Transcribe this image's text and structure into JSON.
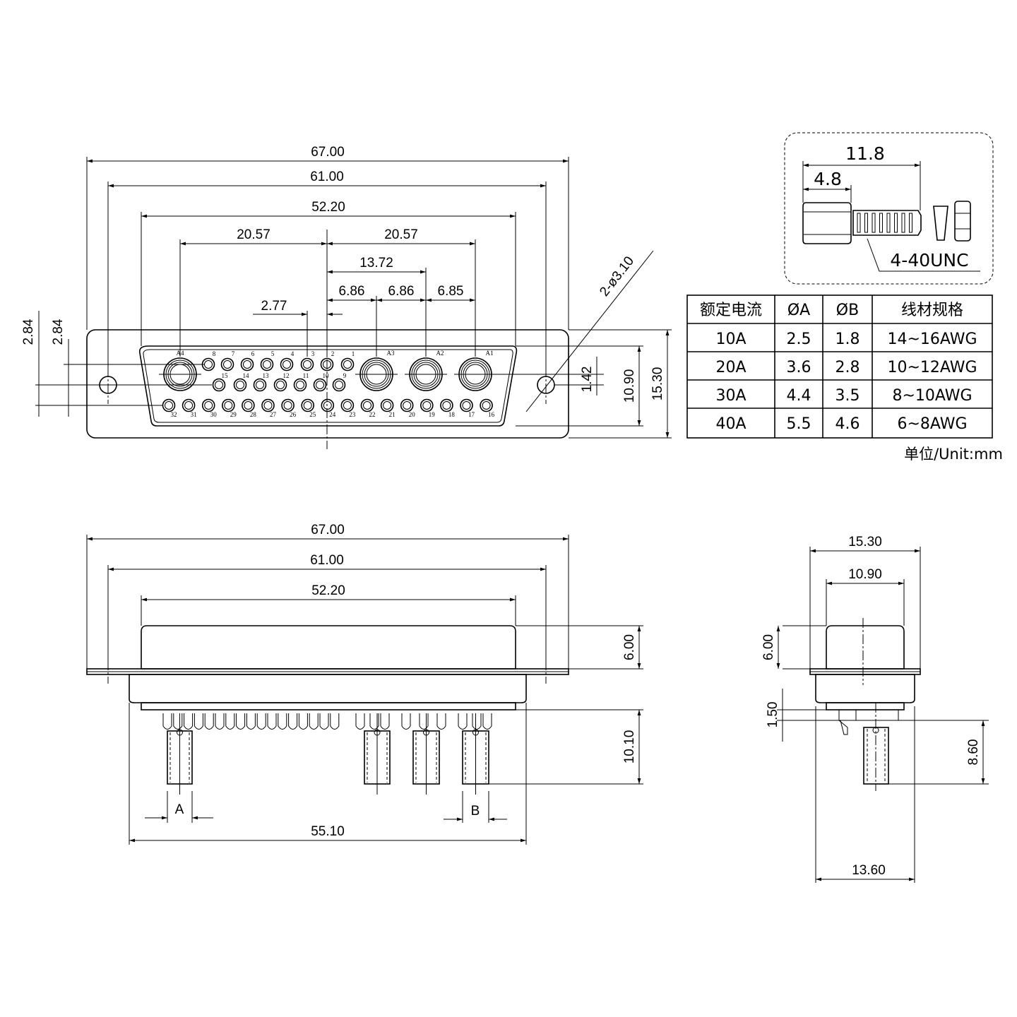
{
  "front_view": {
    "dimensions": {
      "overall_width": "67.00",
      "mount_hole_spacing": "61.00",
      "shell_width": "52.20",
      "left_offset": "20.57",
      "right_offset": "20.57",
      "a2_offset": "13.72",
      "a3_pitch": "6.86",
      "a2_pitch": "6.86",
      "a1_pitch": "6.85",
      "signal_pitch": "2.77",
      "row_pitch_upper": "2.84",
      "row_pitch_lower": "2.84",
      "hole_offset": "1.42",
      "shell_height": "10.90",
      "flange_height": "15.30",
      "mount_hole": "2-ø3.10"
    },
    "pins": {
      "top_row": [
        "8",
        "7",
        "6",
        "5",
        "4",
        "3",
        "2",
        "1"
      ],
      "middle_row": [
        "15",
        "14",
        "13",
        "12",
        "11",
        "10",
        "9"
      ],
      "bottom_row": [
        "32",
        "31",
        "30",
        "29",
        "28",
        "27",
        "26",
        "25",
        "24",
        "23",
        "22",
        "21",
        "20",
        "19",
        "18",
        "17",
        "16"
      ],
      "power_contacts": [
        "A4",
        "A3",
        "A2",
        "A1"
      ]
    }
  },
  "side_view": {
    "dimensions": {
      "overall_width": "67.00",
      "mount_hole_spacing": "61.00",
      "shell_width": "52.20",
      "shell_depth": "6.00",
      "contact_length": "10.10",
      "body_width": "55.10",
      "dia_a": "A",
      "dia_b": "B"
    }
  },
  "end_view": {
    "dimensions": {
      "flange_height": "15.30",
      "shell_height": "10.90",
      "shell_depth": "6.00",
      "standoff": "1.50",
      "contact_length": "8.60",
      "body_height": "13.60"
    }
  },
  "screw_detail": {
    "total_length": "11.8",
    "hex_length": "4.8",
    "thread": "4-40UNC"
  },
  "spec_table": {
    "headers": [
      "额定电流",
      "ØA",
      "ØB",
      "线材规格"
    ],
    "rows": [
      [
        "10A",
        "2.5",
        "1.8",
        "14~16AWG"
      ],
      [
        "20A",
        "3.6",
        "2.8",
        "10~12AWG"
      ],
      [
        "30A",
        "4.4",
        "3.5",
        "8~10AWG"
      ],
      [
        "40A",
        "5.5",
        "4.6",
        "6~8AWG"
      ]
    ],
    "unit": "单位/Unit:mm"
  }
}
